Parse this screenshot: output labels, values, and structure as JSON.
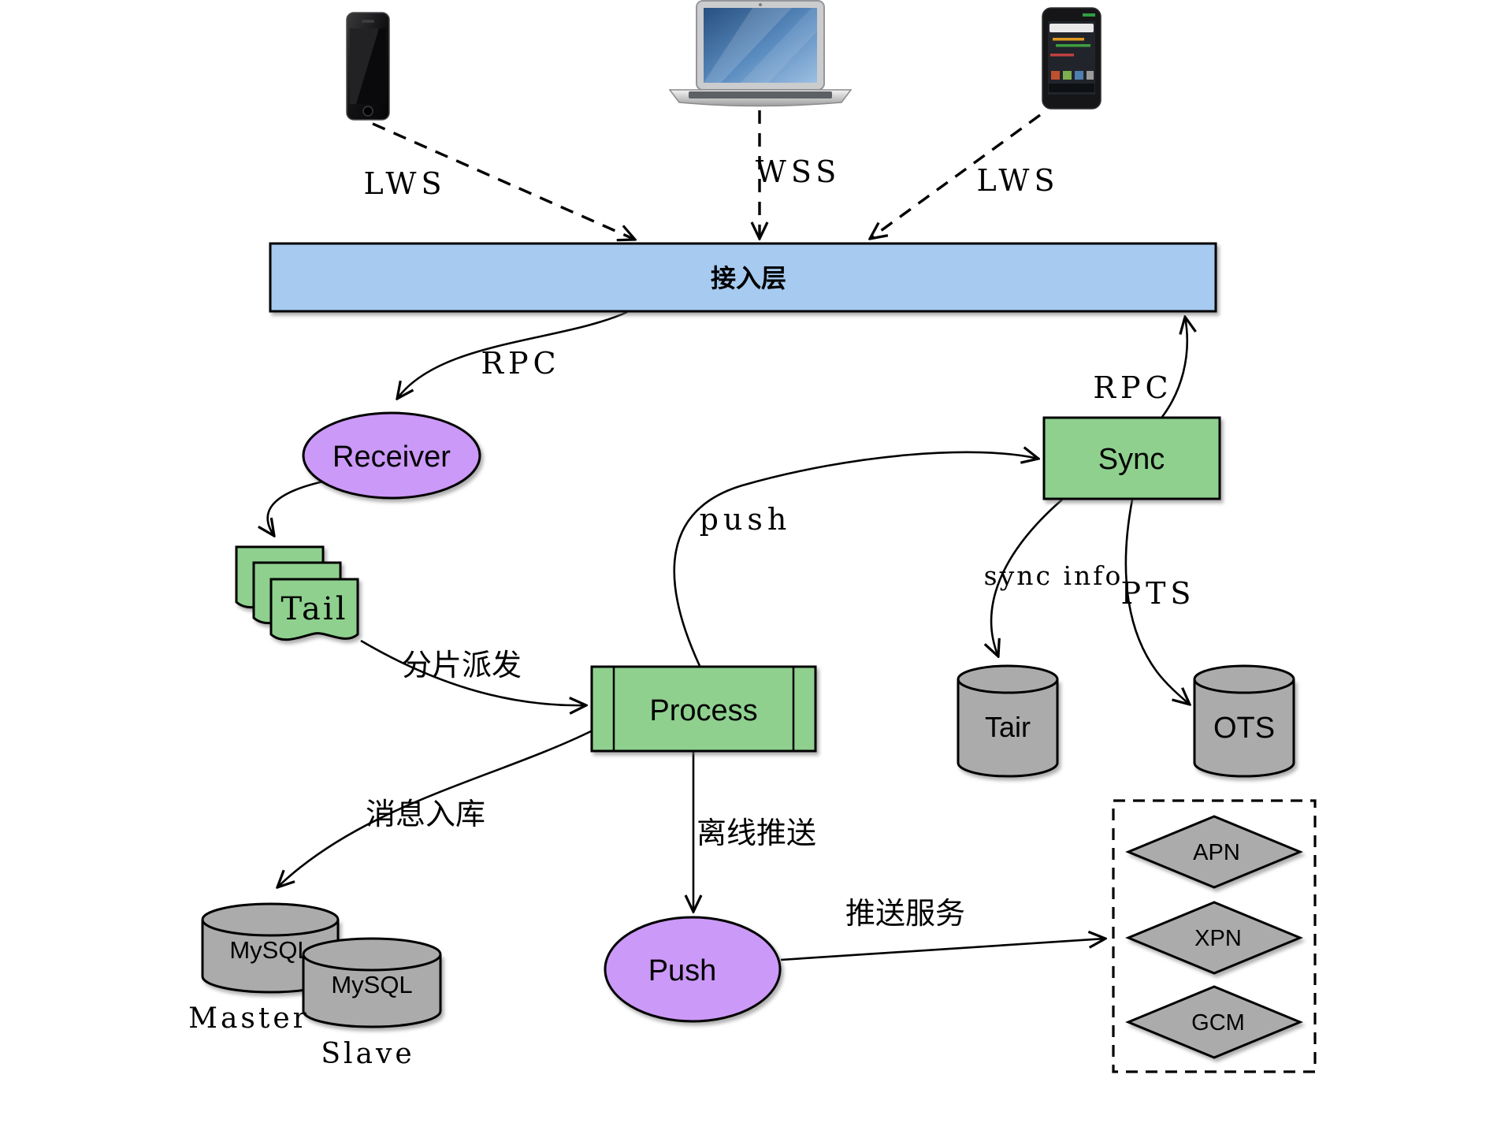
{
  "access_layer": {
    "label": "接入层"
  },
  "clients": [
    {
      "device": "iphone",
      "protocol_label": "LWS"
    },
    {
      "device": "macbook",
      "protocol_label": "WSS"
    },
    {
      "device": "android-phone",
      "protocol_label": "LWS"
    }
  ],
  "nodes": {
    "receiver": {
      "label": "Receiver"
    },
    "tail": {
      "label": "Tail"
    },
    "process": {
      "label": "Process"
    },
    "sync": {
      "label": "Sync"
    },
    "push": {
      "label": "Push"
    },
    "tair": {
      "label": "Tair"
    },
    "ots": {
      "label": "OTS"
    },
    "mysql_master": {
      "label": "MySQL",
      "caption": "Master"
    },
    "mysql_slave": {
      "label": "MySQL",
      "caption": "Slave"
    }
  },
  "push_services": {
    "items": [
      {
        "label": "APN"
      },
      {
        "label": "XPN"
      },
      {
        "label": "GCM"
      }
    ]
  },
  "edge_labels": {
    "rpc_left": "RPC",
    "rpc_right": "RPC",
    "push": "push",
    "sync_info": "sync info",
    "pts": "PTS",
    "shard_dispatch": "分片派发",
    "message_store": "消息入库",
    "offline_push": "离线推送",
    "push_service": "推送服务"
  },
  "colors": {
    "access_layer_fill": "#a6caf0",
    "service_fill": "#8fd08f",
    "actor_fill": "#cb99f7",
    "storage_fill": "#ababab",
    "stroke": "#000000"
  }
}
